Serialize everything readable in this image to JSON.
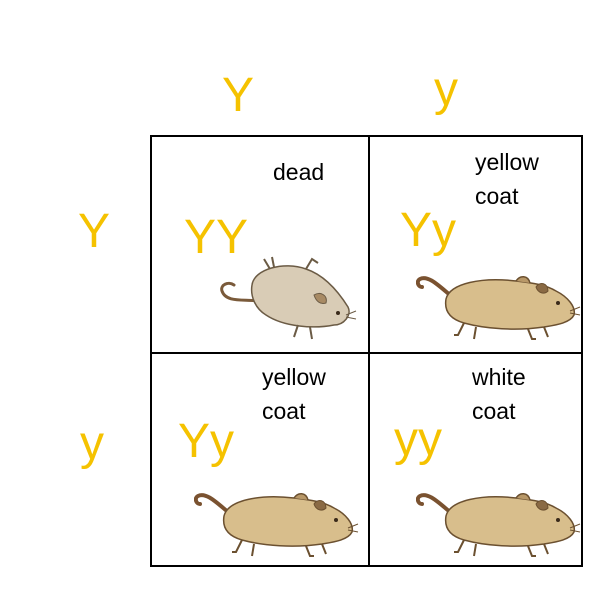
{
  "columns": [
    "Y",
    "y"
  ],
  "rows": [
    "Y",
    "y"
  ],
  "cells": [
    {
      "genotype": "YY",
      "phenotype": "dead"
    },
    {
      "genotype": "Yy",
      "phenotype": "yellow\ncoat"
    },
    {
      "genotype": "Yy",
      "phenotype": "yellow\ncoat"
    },
    {
      "genotype": "yy",
      "phenotype": "white\ncoat"
    }
  ],
  "colors": {
    "allele": "#F5C200",
    "mouse_body": "#D8BE8C",
    "dead_mouse_body": "#D9CCB6"
  }
}
